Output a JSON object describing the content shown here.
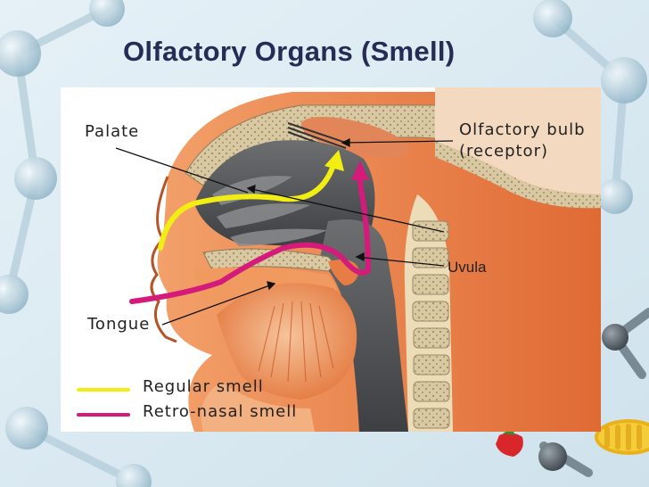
{
  "slide": {
    "title": "Olfactory Organs (Smell)"
  },
  "diagram": {
    "labels": {
      "palate": "Palate",
      "olfactory_bulb_line1": "Olfactory bulb",
      "olfactory_bulb_line2": "(receptor)",
      "uvula": "Uvula",
      "tongue": "Tongue"
    },
    "legend": [
      {
        "label": "Regular smell",
        "color": "#f2ee14"
      },
      {
        "label": "Retro-nasal smell",
        "color": "#d41a7a"
      }
    ]
  },
  "colors": {
    "title": "#262c53",
    "regular_smell_path": "#f2ee14",
    "retro_nasal_path": "#d41a7a",
    "background": "#dcebf3"
  }
}
